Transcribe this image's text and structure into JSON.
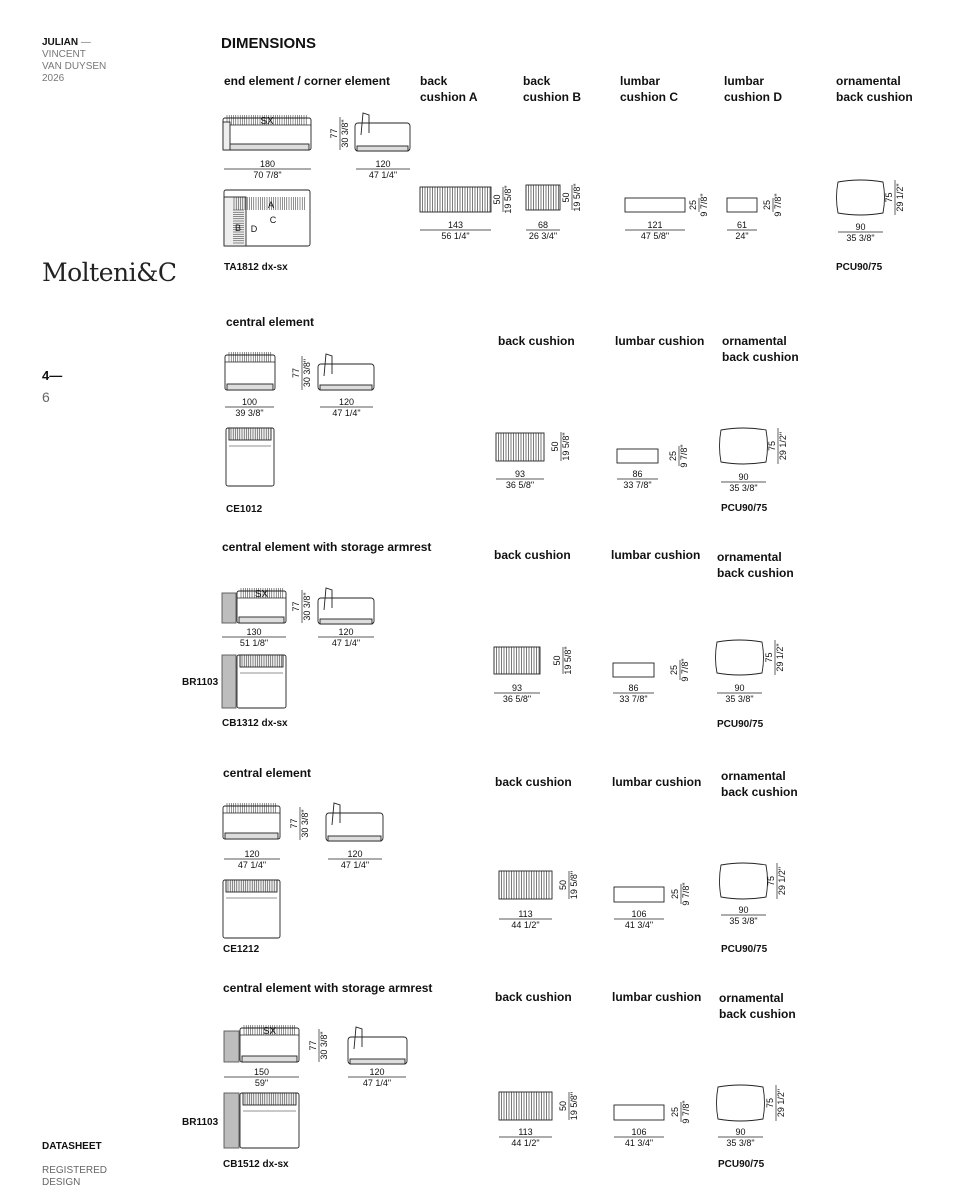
{
  "sidebar": {
    "designer_name": "JULIAN",
    "designer_lines": [
      "VINCENT",
      "VAN DUYSEN",
      "2026"
    ],
    "brand": "Molteni&C",
    "page_current": "4",
    "page_total": "6",
    "datasheet": "DATASHEET",
    "registered": "REGISTERED DESIGN"
  },
  "heading": "DIMENSIONS",
  "sections": [
    {
      "element_label": "end element / corner element",
      "element_code": "TA1812 dx-sx",
      "element_arm_label": "SX",
      "plan_labels": [
        "A",
        "B",
        "C",
        "D"
      ],
      "front_dim": {
        "cm": "180",
        "inch": "70 7/8\""
      },
      "height_dim": {
        "cm": "77",
        "inch": "30 3/8\""
      },
      "side_dim": {
        "cm": "120",
        "inch": "47 1/4\""
      },
      "cushions": [
        {
          "label": "back cushion A",
          "w_cm": "143",
          "w_in": "56 1/4\"",
          "h_cm": "50",
          "h_in": "19 5/8\""
        },
        {
          "label": "back cushion B",
          "w_cm": "68",
          "w_in": "26 3/4\"",
          "h_cm": "50",
          "h_in": "19 5/8\""
        },
        {
          "label": "lumbar cushion C",
          "w_cm": "121",
          "w_in": "47 5/8\"",
          "h_cm": "25",
          "h_in": "9 7/8\""
        },
        {
          "label": "lumbar cushion D",
          "w_cm": "61",
          "w_in": "24\"",
          "h_cm": "25",
          "h_in": "9 7/8\""
        },
        {
          "label": "ornamental back cushion",
          "w_cm": "90",
          "w_in": "35 3/8\"",
          "h_cm": "75",
          "h_in": "29 1/2\"",
          "code": "PCU90/75"
        }
      ]
    },
    {
      "element_label": "central element",
      "element_code": "CE1012",
      "front_dim": {
        "cm": "100",
        "inch": "39 3/8\""
      },
      "height_dim": {
        "cm": "77",
        "inch": "30 3/8\""
      },
      "side_dim": {
        "cm": "120",
        "inch": "47 1/4\""
      },
      "cushions": [
        {
          "label": "back cushion",
          "w_cm": "93",
          "w_in": "36 5/8\"",
          "h_cm": "50",
          "h_in": "19 5/8\""
        },
        {
          "label": "lumbar cushion",
          "w_cm": "86",
          "w_in": "33 7/8\"",
          "h_cm": "25",
          "h_in": "9 7/8\""
        },
        {
          "label": "ornamental back cushion",
          "w_cm": "90",
          "w_in": "35 3/8\"",
          "h_cm": "75",
          "h_in": "29 1/2\"",
          "code": "PCU90/75"
        }
      ]
    },
    {
      "element_label": "central element with storage armrest",
      "element_code": "CB1312 dx-sx",
      "armrest_code": "BR1103",
      "element_arm_label": "SX",
      "front_dim": {
        "cm": "130",
        "inch": "51 1/8\""
      },
      "height_dim": {
        "cm": "77",
        "inch": "30 3/8\""
      },
      "side_dim": {
        "cm": "120",
        "inch": "47 1/4\""
      },
      "cushions": [
        {
          "label": "back cushion",
          "w_cm": "93",
          "w_in": "36 5/8\"",
          "h_cm": "50",
          "h_in": "19 5/8\""
        },
        {
          "label": "lumbar cushion",
          "w_cm": "86",
          "w_in": "33 7/8\"",
          "h_cm": "25",
          "h_in": "9 7/8\""
        },
        {
          "label": "ornamental back cushion",
          "w_cm": "90",
          "w_in": "35 3/8\"",
          "h_cm": "75",
          "h_in": "29 1/2\"",
          "code": "PCU90/75"
        }
      ]
    },
    {
      "element_label": "central element",
      "element_code": "CE1212",
      "front_dim": {
        "cm": "120",
        "inch": "47 1/4\""
      },
      "height_dim": {
        "cm": "77",
        "inch": "30 3/8\""
      },
      "side_dim": {
        "cm": "120",
        "inch": "47 1/4\""
      },
      "cushions": [
        {
          "label": "back cushion",
          "w_cm": "113",
          "w_in": "44 1/2\"",
          "h_cm": "50",
          "h_in": "19 5/8\""
        },
        {
          "label": "lumbar cushion",
          "w_cm": "106",
          "w_in": "41 3/4\"",
          "h_cm": "25",
          "h_in": "9 7/8\""
        },
        {
          "label": "ornamental back cushion",
          "w_cm": "90",
          "w_in": "35 3/8\"",
          "h_cm": "75",
          "h_in": "29 1/2\"",
          "code": "PCU90/75"
        }
      ]
    },
    {
      "element_label": "central element with storage armrest",
      "element_code": "CB1512 dx-sx",
      "armrest_code": "BR1103",
      "element_arm_label": "SX",
      "front_dim": {
        "cm": "150",
        "inch": "59\""
      },
      "height_dim": {
        "cm": "77",
        "inch": "30 3/8\""
      },
      "side_dim": {
        "cm": "120",
        "inch": "47 1/4\""
      },
      "cushions": [
        {
          "label": "back cushion",
          "w_cm": "113",
          "w_in": "44 1/2\"",
          "h_cm": "50",
          "h_in": "19 5/8\""
        },
        {
          "label": "lumbar cushion",
          "w_cm": "106",
          "w_in": "41 3/4\"",
          "h_cm": "25",
          "h_in": "9 7/8\""
        },
        {
          "label": "ornamental back cushion",
          "w_cm": "90",
          "w_in": "35 3/8\"",
          "h_cm": "75",
          "h_in": "29 1/2\"",
          "code": "PCU90/75"
        }
      ]
    }
  ]
}
